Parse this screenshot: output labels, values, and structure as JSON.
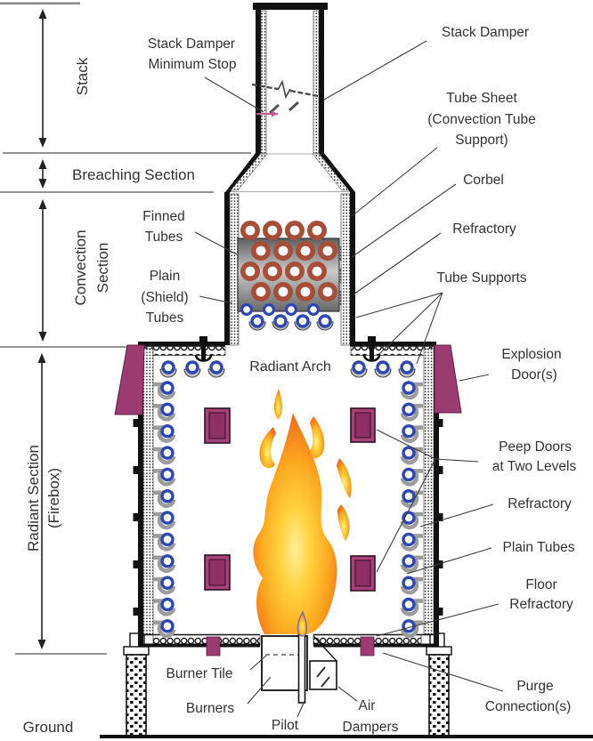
{
  "figure": "Typical fired heater cross-section diagram",
  "section_labels": {
    "stack": "Stack",
    "breaching": "Breaching Section",
    "convection": [
      "Convection",
      "Section"
    ],
    "radiant": [
      "Radiant Section",
      "(Firebox)"
    ],
    "ground": "Ground"
  },
  "component_labels": {
    "stack_damper_min_stop": [
      "Stack Damper",
      "Minimum Stop"
    ],
    "stack_damper": "Stack Damper",
    "tube_sheet": [
      "Tube Sheet",
      "(Convection Tube",
      "Support)"
    ],
    "corbel": "Corbel",
    "finned_tubes": [
      "Finned",
      "Tubes"
    ],
    "refractory_upper": "Refractory",
    "plain_shield_tubes": [
      "Plain",
      "(Shield)",
      "Tubes"
    ],
    "tube_supports": "Tube Supports",
    "radiant_arch": "Radiant Arch",
    "explosion_doors": [
      "Explosion",
      "Door(s)"
    ],
    "peep_doors": [
      "Peep Doors",
      "at Two Levels"
    ],
    "refractory_right": "Refractory",
    "plain_tubes": "Plain Tubes",
    "floor_refractory": [
      "Floor",
      "Refractory"
    ],
    "burner_tile": "Burner Tile",
    "burners": "Burners",
    "pilot": "Pilot",
    "air_dampers": [
      "Air",
      "Dampers"
    ],
    "purge_connections": [
      "Purge",
      "Connection(s)"
    ]
  },
  "colors": {
    "explosion_door": "#9c3a72",
    "peep_door_outer": "#a8417a",
    "peep_door_inner": "#8e2f66",
    "purge_connection": "#9c3a72",
    "finned_tube_ring": "#a64e37",
    "plain_tube_ring": "#2f46b5",
    "tube_support_gray": "#9c9c9c",
    "flame_core": "#ffef9a",
    "flame_edge": "#f2671c",
    "minimum_stop_mark": "#c85b8c"
  }
}
